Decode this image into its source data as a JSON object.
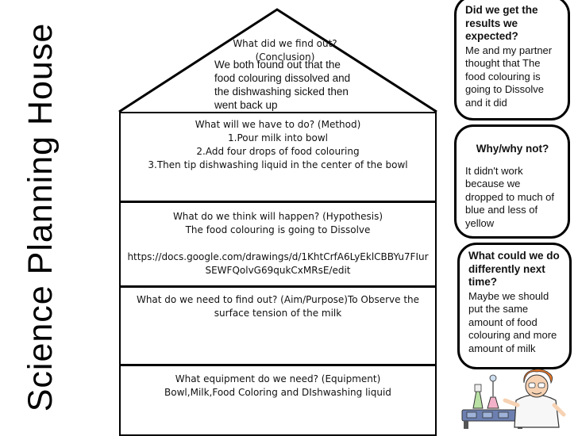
{
  "title": "Science Planning House",
  "conclusion": {
    "question": "What did we find out? (Conclusion)",
    "answer": "We both found out that the food colouring dissolved and the dishwashing sicked then went back up"
  },
  "method": {
    "question": "What will we have to do? (Method)",
    "steps": [
      "1.Pour milk into bowl",
      "2.Add four drops of food colouring",
      "3.Then tip dishwashing liquid in the center of the bowl"
    ]
  },
  "hypothesis": {
    "question": "What do we think will happen? (Hypothesis)",
    "answer": "The food colouring is going to Dissolve",
    "link": "https://docs.google.com/drawings/d/1KhtCrfA6LyEklCBBYu7FIurSEWFQolvG69qukCxMRsE/edit"
  },
  "aim": {
    "question": "What do we need to find out? (Aim/Purpose)To Observe the surface tension of the milk"
  },
  "equipment": {
    "question": "What equipment do we need? (Equipment)",
    "answer": "Bowl,Milk,Food Coloring and DIshwashing liquid"
  },
  "results": {
    "question": "Did we get the results we expected?",
    "answer": "Me and my partner thought that The food colouring is going to Dissolve and it did"
  },
  "why": {
    "question": "Why/why not?",
    "answer": "It  didn't work because we dropped to much of blue and less of yellow"
  },
  "differently": {
    "question": "What could we do differently next time?",
    "answer": "Maybe we should put the same amount of food colouring and more amount of milk"
  }
}
